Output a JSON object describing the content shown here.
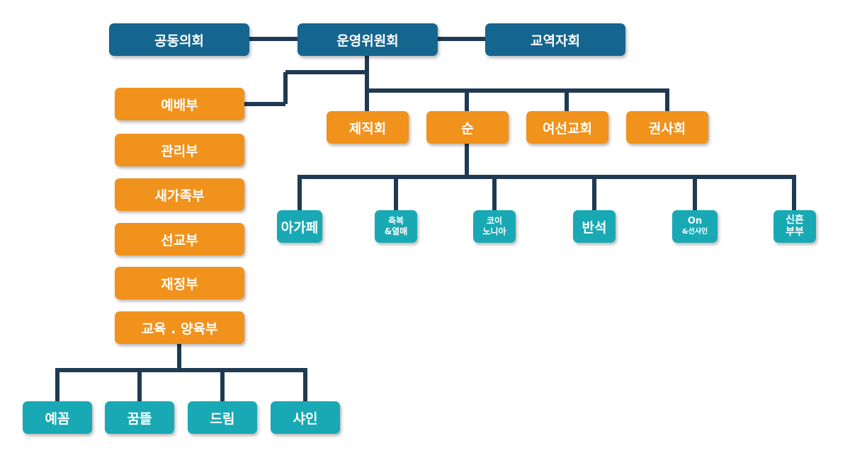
{
  "top": {
    "center": "운영위원회",
    "left": "공동의회",
    "right": "교역자회"
  },
  "departments": [
    "예배부",
    "관리부",
    "새가족부",
    "선교부",
    "재정부",
    "교육 . 양육부"
  ],
  "education_groups": [
    "예꼼",
    "꿈뜰",
    "드림",
    "샤인"
  ],
  "committees": [
    "제직회",
    "순",
    "여선교회",
    "권사회"
  ],
  "soon_groups": {
    "agape": "아가페",
    "chukbok_line1": "축복",
    "chukbok_line2": "&열매",
    "koinonia_line1": "코이",
    "koinonia_line2": "노니아",
    "banseok": "반석",
    "on_line1": "On",
    "on_line2": "&선샤인",
    "newlywed_line1": "신혼",
    "newlywed_line2": "부부"
  },
  "colors": {
    "connector": "#1f3a52",
    "top_box": "#14668f",
    "orange_box": "#f0921c",
    "teal_box": "#19a9b4"
  }
}
